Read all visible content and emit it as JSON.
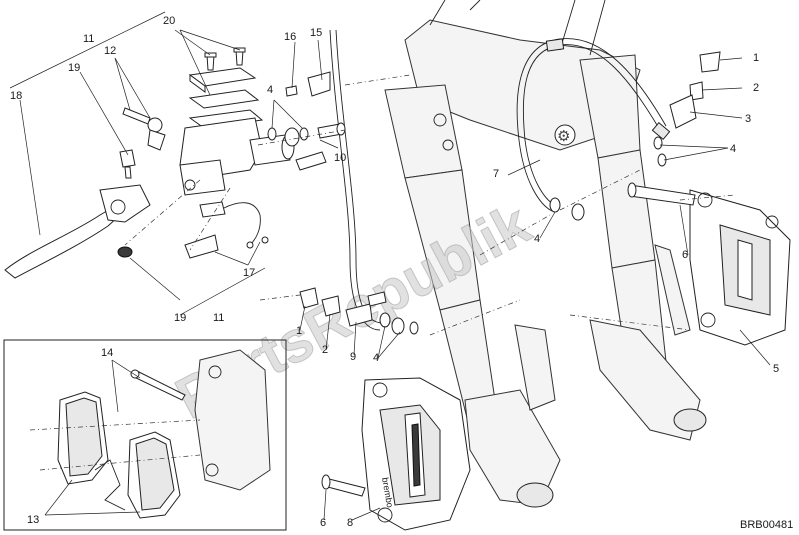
{
  "diagram": {
    "watermark": "PartsRepublik",
    "drawing_code": "BRB00481",
    "callouts": {
      "c1_top": "1",
      "c2_top": "2",
      "c3_top": "3",
      "c4_top": "4",
      "c5": "5",
      "c6_right": "6",
      "c7": "7",
      "c4_mid": "4",
      "c4_lever": "4",
      "c11_top": "11",
      "c11_bot": "11",
      "c12": "12",
      "c10": "10",
      "c15": "15",
      "c16": "16",
      "c17": "17",
      "c18": "18",
      "c19_top": "19",
      "c19_bot": "19",
      "c20": "20",
      "c1_bot": "1",
      "c2_bot": "2",
      "c9": "9",
      "c4_bot": "4",
      "c6_bot": "6",
      "c8": "8",
      "c14": "14",
      "c13": "13"
    }
  }
}
